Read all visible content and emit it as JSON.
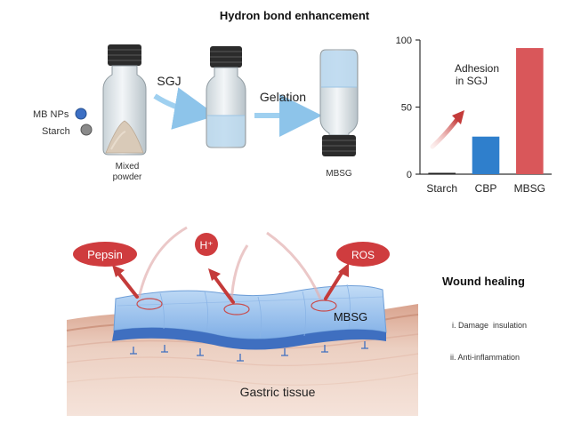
{
  "top": {
    "title": "Hydron bond enhancement",
    "legend": {
      "mb_nps": "MB NPs",
      "starch": "Starch"
    },
    "vial1_caption": [
      "Mixed",
      "powder"
    ],
    "arrow1_label": "SGJ",
    "arrow2_label": "Gelation",
    "vial3_caption": "MBSG"
  },
  "chart_data": {
    "type": "bar",
    "title": "",
    "annotation": [
      "Adhesion",
      "in SGJ"
    ],
    "categories": [
      "Starch",
      "CBP",
      "MBSG"
    ],
    "values": [
      1,
      28,
      94
    ],
    "colors": [
      "#222222",
      "#2f7fcc",
      "#d9575a"
    ],
    "ylim": [
      0,
      100
    ],
    "yticks": [
      0,
      50,
      100
    ]
  },
  "bottom": {
    "badges": [
      "Pepsin",
      "H⁺",
      "ROS"
    ],
    "gel_label": "MBSG",
    "tissue_label": "Gastric tissue",
    "panel_title": "Wound healing",
    "items": [
      "i. Damage  insulation",
      "ii. Anti-inflammation"
    ]
  },
  "colors": {
    "badge": "#cf3c3e",
    "gel": "#a9c9ee",
    "tissue": "#e8c9b8"
  }
}
